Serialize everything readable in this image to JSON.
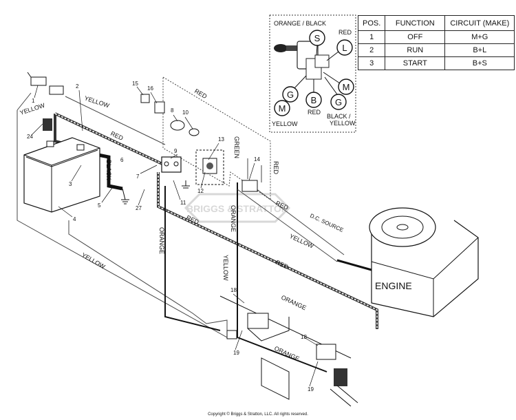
{
  "table": {
    "headers": [
      "POS.",
      "FUNCTION",
      "CIRCUIT (MAKE)"
    ],
    "rows": [
      [
        "1",
        "OFF",
        "M+G"
      ],
      [
        "2",
        "RUN",
        "B+L"
      ],
      [
        "3",
        "START",
        "B+S"
      ]
    ]
  },
  "inset": {
    "title": "ORANGE / BLACK",
    "red": "RED",
    "terminal_s": "S",
    "terminal_l": "L",
    "terminal_g": "G",
    "terminal_b": "B",
    "terminal_m": "M",
    "terminal_g2": "G",
    "terminal_m2": "M",
    "yellow": "YELLOW",
    "red_b": "RED",
    "black_yellow_1": "BLACK /",
    "black_yellow_2": "YELLOW"
  },
  "wires": {
    "yellow_1": "YELLOW",
    "yellow_2": "YELLOW",
    "red_1": "RED",
    "red_2": "RED",
    "black": "BLACK",
    "green": "GREEN",
    "red_3": "RED",
    "red_top": "RED",
    "orange_1": "ORANGE",
    "orange_2": "ORANGE",
    "yellow_3": "YELLOW",
    "yellow_4": "YELLOW",
    "red_4": "RED",
    "red_5": "RED",
    "dc_source": "D.C. SOURCE",
    "yellow_5": "YELLOW",
    "orange_3": "ORANGE",
    "orange_4": "ORANGE"
  },
  "engine_label": "ENGINE",
  "watermark": "BRIGGS & STRATTON",
  "parts": [
    "1",
    "2",
    "3",
    "4",
    "5",
    "6",
    "7",
    "8",
    "9",
    "10",
    "11",
    "12",
    "13",
    "14",
    "15",
    "16",
    "18",
    "18",
    "19",
    "19",
    "24",
    "27"
  ],
  "copyright": "Copyright © Briggs & Stratton, LLC. All rights reserved."
}
